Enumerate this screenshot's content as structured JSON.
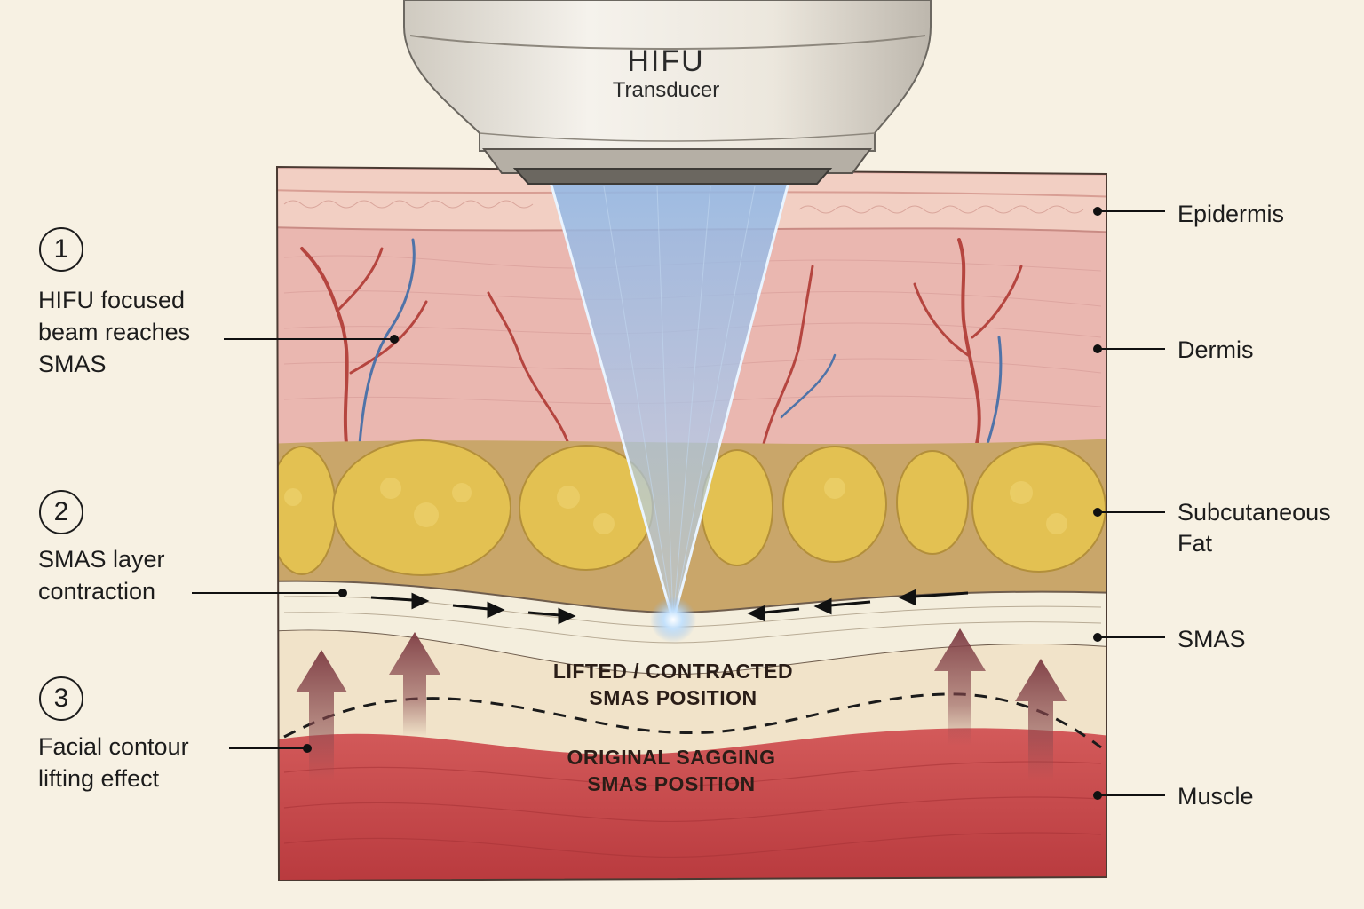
{
  "transducer": {
    "title": "HIFU",
    "subtitle": "Transducer"
  },
  "layers": {
    "epidermis": "Epidermis",
    "dermis": "Dermis",
    "fat_line1": "Subcutaneous",
    "fat_line2": "Fat",
    "smas": "SMAS",
    "muscle": "Muscle"
  },
  "steps": [
    {
      "num": "1",
      "lines": [
        "HIFU focused",
        "beam reaches",
        "SMAS"
      ]
    },
    {
      "num": "2",
      "lines": [
        "SMAS layer",
        "contraction"
      ]
    },
    {
      "num": "3",
      "lines": [
        "Facial contour",
        "lifting effect"
      ]
    }
  ],
  "captions": {
    "lifted_line1": "LIFTED / CONTRACTED",
    "lifted_line2": "SMAS POSITION",
    "original_line1": "ORIGINAL SAGGING",
    "original_line2": "SMAS POSITION"
  },
  "colors": {
    "background": "#f7f1e3",
    "epidermis": "#f2cfc3",
    "dermis": "#eab7b0",
    "fat": "#e3c152",
    "smas": "#f4eedd",
    "muscle": "#c9474a",
    "beam": "#8fb7e6",
    "arrow": "#8a4a4f"
  }
}
